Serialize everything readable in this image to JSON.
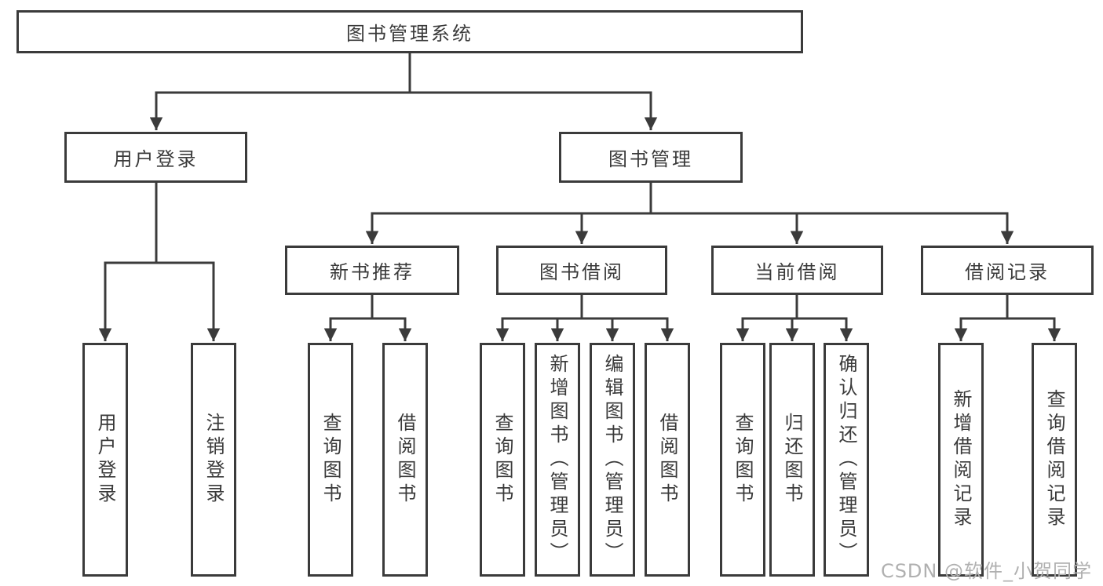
{
  "diagram": {
    "tree": {
      "label": "图书管理系统",
      "children": [
        {
          "label": "用户登录",
          "children": [
            {
              "label": "用户登录"
            },
            {
              "label": "注销登录"
            }
          ]
        },
        {
          "label": "图书管理",
          "children": [
            {
              "label": "新书推荐",
              "children": [
                {
                  "label": "查询图书"
                },
                {
                  "label": "借阅图书"
                }
              ]
            },
            {
              "label": "图书借阅",
              "children": [
                {
                  "label": "查询图书"
                },
                {
                  "label": "新增图书（管理员）"
                },
                {
                  "label": "编辑图书（管理员）"
                },
                {
                  "label": "借阅图书"
                }
              ]
            },
            {
              "label": "当前借阅",
              "children": [
                {
                  "label": "查询图书"
                },
                {
                  "label": "归还图书"
                },
                {
                  "label": "确认归还（管理员）"
                }
              ]
            },
            {
              "label": "借阅记录",
              "children": [
                {
                  "label": "新增借阅记录"
                },
                {
                  "label": "查询借阅记录"
                }
              ]
            }
          ]
        }
      ]
    },
    "watermark": "CSDN @软件_小贺同学",
    "colors": {
      "line": "#3b3b3b",
      "text": "#3a3a3a",
      "watermark": "#b0b0b0",
      "background": "#ffffff"
    }
  }
}
